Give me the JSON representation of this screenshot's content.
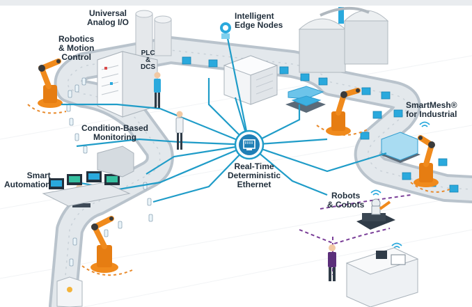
{
  "labels": {
    "universal_io": [
      "Universal",
      "Analog I/O"
    ],
    "edge_nodes": [
      "Intelligent",
      "Edge Nodes"
    ],
    "robotics": [
      "Robotics",
      "& Motion",
      "Control"
    ],
    "plc": [
      "PLC",
      "&",
      "DCS"
    ],
    "condition": [
      "Condition-Based",
      "Monitoring"
    ],
    "smartmesh": [
      "SmartMesh®",
      "for Industrial"
    ],
    "ethernet": [
      "Real-Time",
      "Deterministic",
      "Ethernet"
    ],
    "smart_automation": [
      "Smart",
      "Automation"
    ],
    "robots": [
      "Robots",
      "& Cobots"
    ]
  },
  "icons": {
    "hub": "ethernet-port-icon",
    "edge": "edge-node-icon",
    "wifi": "wifi-icon",
    "robot": "robot-arm-icon"
  },
  "colors": {
    "network": "#1f9cc8",
    "hub_fill": "#1f7fb6",
    "conveyor": "#cfd7de",
    "box": "#2aa9dd",
    "robot": "#f08a1c",
    "dashed": "#e8892a",
    "dashed_purple": "#7a3e98",
    "text": "#1f2d3a"
  }
}
